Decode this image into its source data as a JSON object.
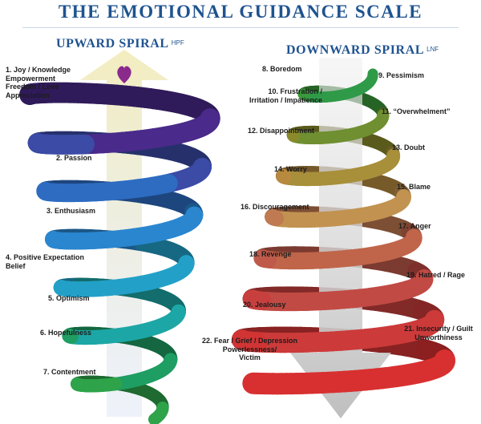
{
  "title": "THE EMOTIONAL GUIDANCE SCALE",
  "upward": {
    "title": "UPWARD SPIRAL",
    "tag": "HPF",
    "heart_color": "#8a2a8c",
    "labels": [
      "1. Joy / Knowledge\nEmpowerment\nFreedom / Love\nAppreciation",
      "2. Passion",
      "3. Enthusiasm",
      "4. Positive Expectation\nBelief",
      "5. Optimism",
      "6. Hopefulness",
      "7. Contentment"
    ]
  },
  "downward": {
    "title": "DOWNWARD SPIRAL",
    "tag": "LNF",
    "labels": [
      "8. Boredom",
      "9. Pessimism",
      "10. Frustration /\nIrritation / Impatience",
      "11. “Overwhelment”",
      "12. Disappointment",
      "13. Doubt",
      "14. Worry",
      "15. Blame",
      "16. Discouragement",
      "17. Anger",
      "18. Revenge",
      "19. Hatred / Rage",
      "20. Jealousy",
      "21. Insecurity / Guilt\nUnworthiness",
      "22. Fear / Grief / Depression\nPowerlessness/\nVictim"
    ]
  },
  "colors": {
    "title": "#1f5390",
    "up_band": [
      "#4a2a8a",
      "#3b4ba6",
      "#2e6cc2",
      "#2a86cf",
      "#23a0c8",
      "#1ca7a6",
      "#1f9e63",
      "#2ea34a"
    ],
    "down_band": [
      "#2f9a48",
      "#3a9a3a",
      "#6f8f31",
      "#8a8a2c",
      "#a88f3a",
      "#b78a40",
      "#c29250",
      "#c07a52",
      "#c0654a",
      "#bf5a4a",
      "#c24a44",
      "#c8403e",
      "#cc3a3a",
      "#d23434",
      "#d83030"
    ]
  }
}
